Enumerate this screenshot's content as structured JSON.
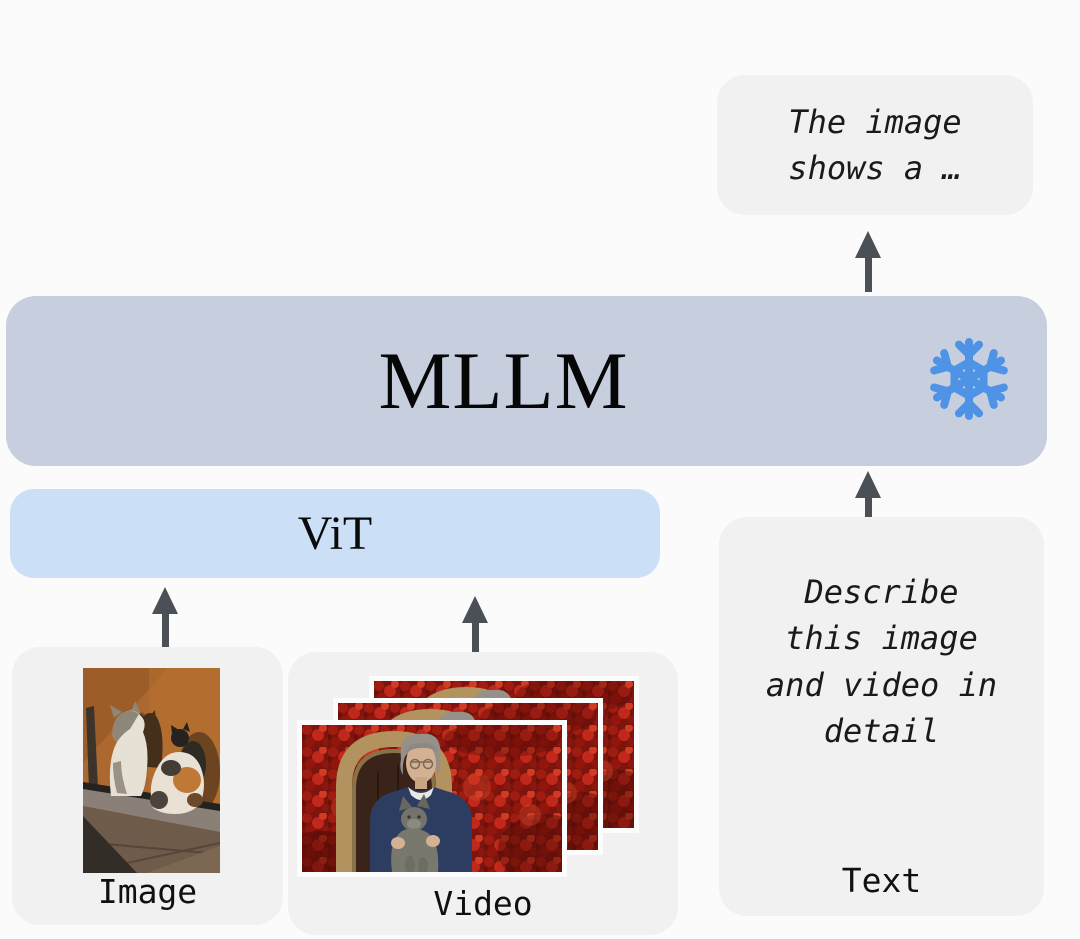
{
  "output_bubble": {
    "text": "The image\nshows a …"
  },
  "mllm_box": {
    "label": "MLLM"
  },
  "vit_box": {
    "label": "ViT"
  },
  "inputs": {
    "image": {
      "label": "Image"
    },
    "video": {
      "label": "Video"
    },
    "text": {
      "prompt": "Describe\nthis image\nand video in\ndetail",
      "label": "Text"
    }
  },
  "icons": {
    "snowflake_icon": "❄"
  },
  "colors": {
    "background": "#fbfbfb",
    "card_bg": "#f1f1f2",
    "mllm_bg": "#c7cfdf",
    "vit_bg": "#cbdff6",
    "arrow": "#4b5057",
    "snowflake": "#4e93e6"
  }
}
